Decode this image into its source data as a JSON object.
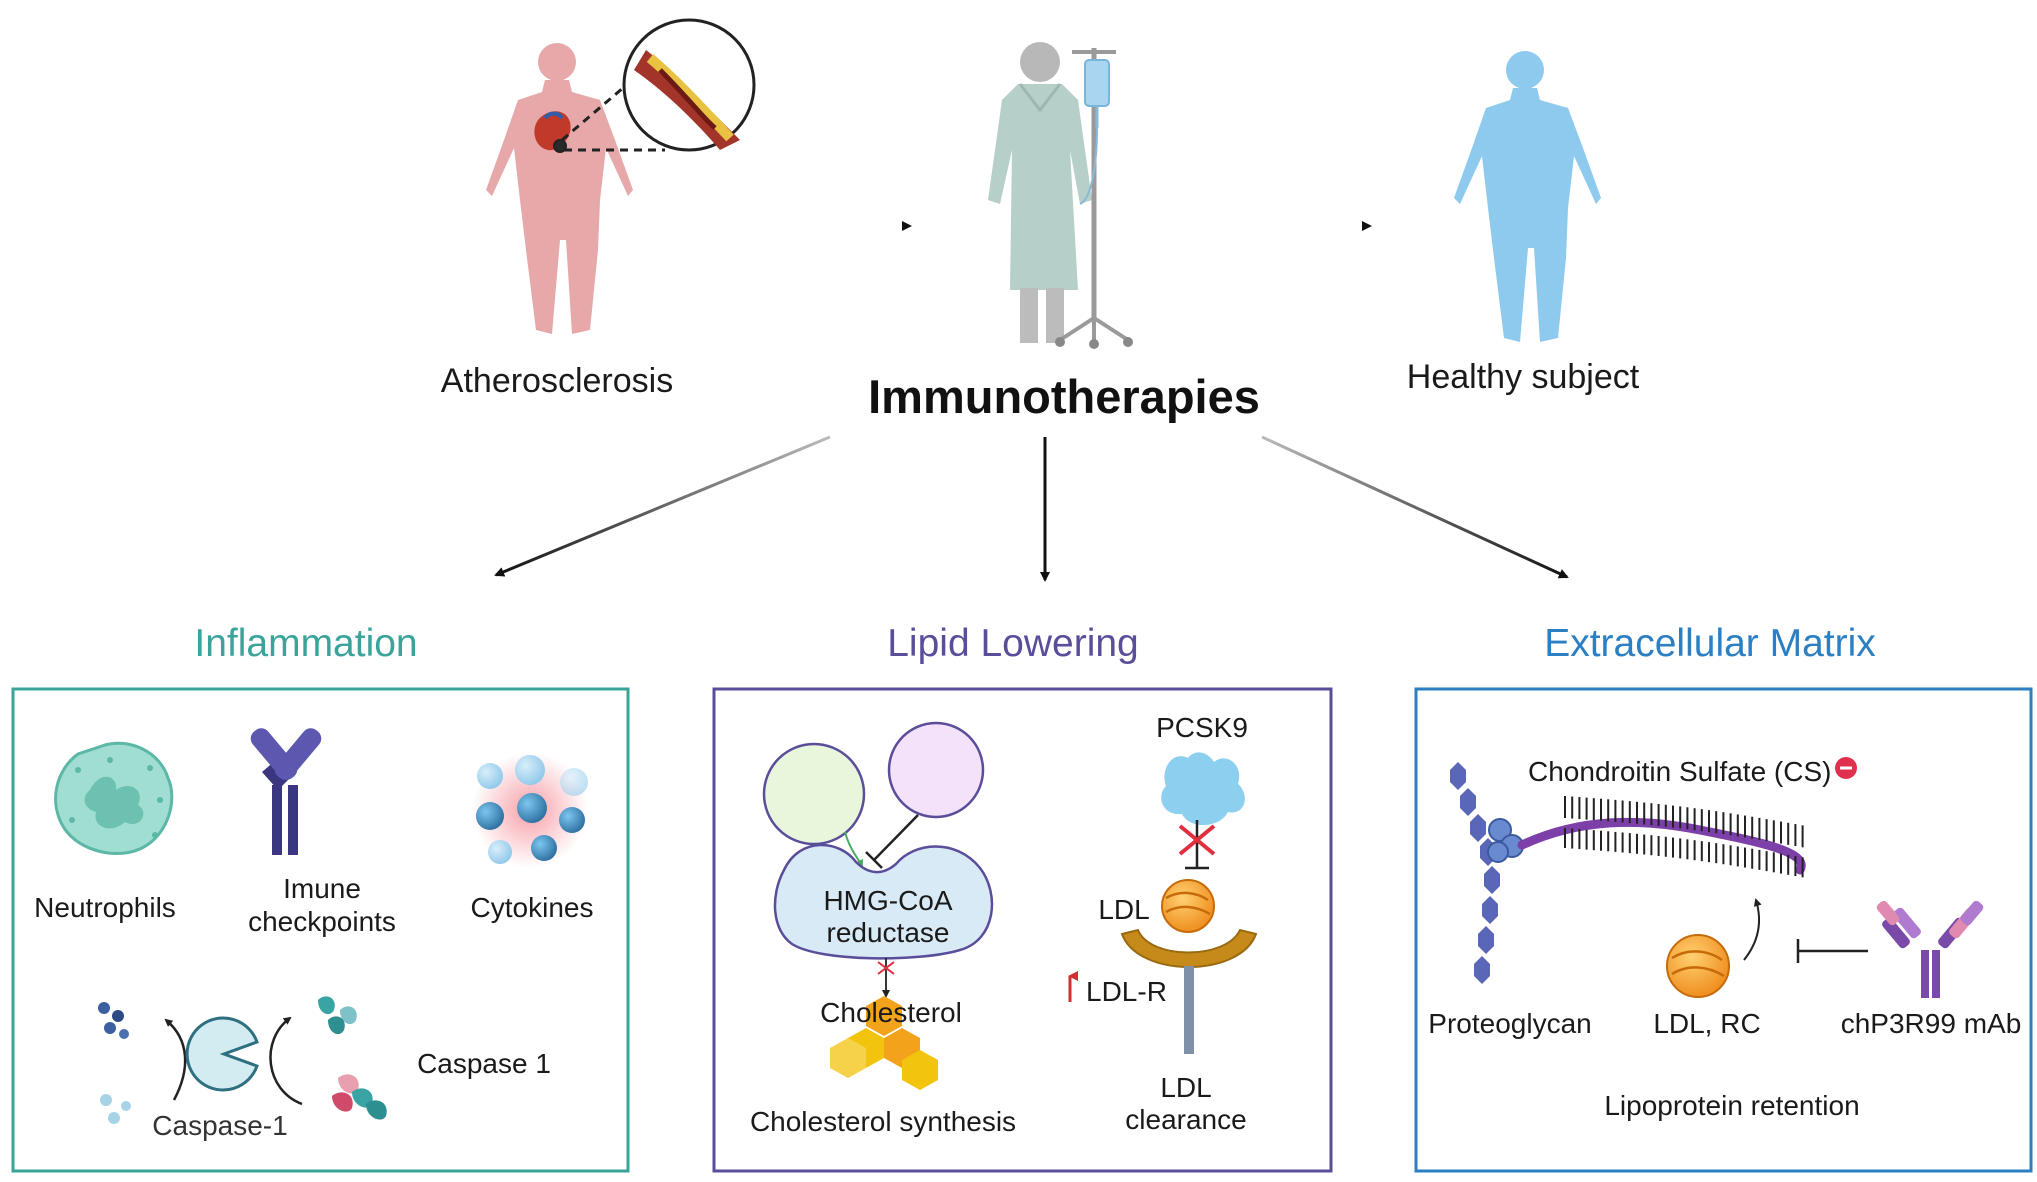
{
  "top": {
    "stage1": "Atherosclerosis",
    "center": "Immunotherapies",
    "stage3": "Healthy subject"
  },
  "sections": {
    "inflammation": {
      "title": "Inflammation",
      "neutrophils": "Neutrophils",
      "checkpoints_line1": "Imune",
      "checkpoints_line2": "checkpoints",
      "cytokines": "Cytokines",
      "caspase_cycle": "Caspase-1",
      "caspase_label": "Caspase 1"
    },
    "lipid": {
      "title": "Lipid Lowering",
      "pcsk9": "PCSK9",
      "hmg_line1": "HMG-CoA",
      "hmg_line2": "reductase",
      "ldl": "LDL",
      "ldlr": "LDL-R",
      "cholesterol": "Cholesterol",
      "synthesis": "Cholesterol synthesis",
      "clearance_line1": "LDL",
      "clearance_line2": "clearance"
    },
    "ecm": {
      "title": "Extracellular Matrix",
      "cs": "Chondroitin Sulfate (CS)",
      "proteoglycan": "Proteoglycan",
      "ldl_rc": "LDL, RC",
      "mab": "chP3R99 mAb",
      "retention": "Lipoprotein retention"
    }
  },
  "colors": {
    "inflammation": "#3aa39a",
    "lipid": "#5a4d9a",
    "ecm": "#2b7fc2",
    "patient_body": "#e6a8a8",
    "healthy_body": "#8ec9ee",
    "ldl_orange": "#f0a030",
    "inhibit_red": "#e03040"
  }
}
